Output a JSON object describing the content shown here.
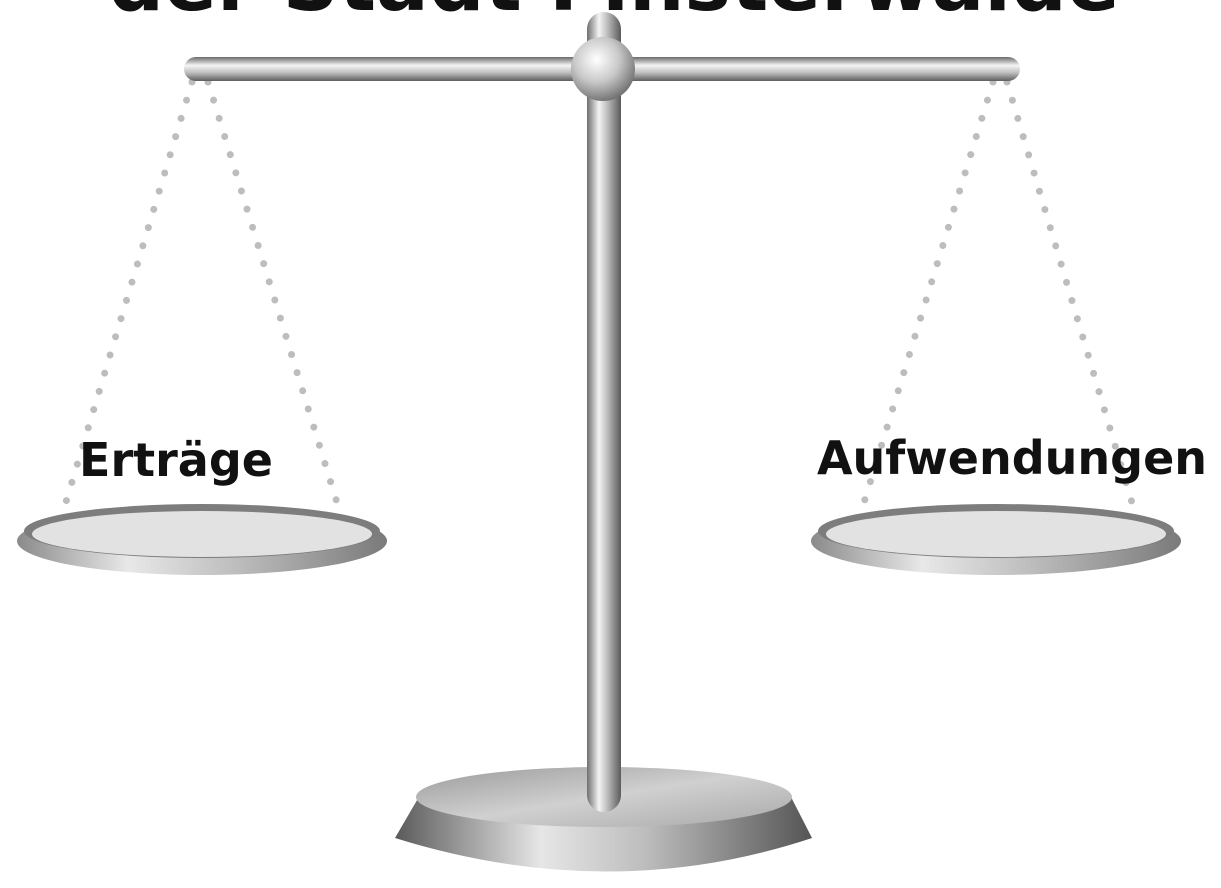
{
  "title": "der Stadt Finsterwalde",
  "left_pan": {
    "label": "Erträge"
  },
  "right_pan": {
    "label": "Aufwendungen"
  }
}
